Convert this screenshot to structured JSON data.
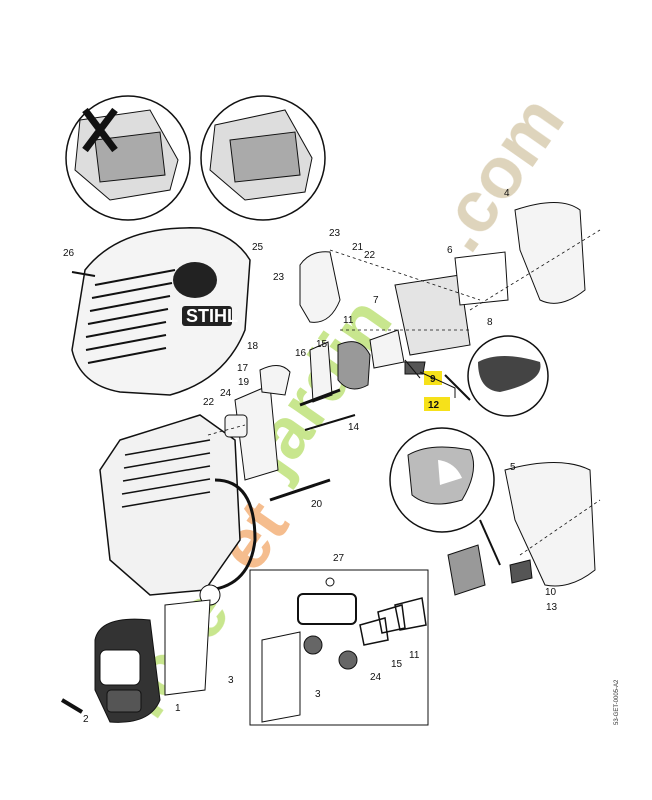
{
  "diagram": {
    "reference_code": "53-GET-0005-A2",
    "brand_logo": "STIHL",
    "watermark": {
      "text_green": "jardin",
      "text_orange": "et",
      "text_tan": ".com",
      "text_left": "fore"
    },
    "colors": {
      "highlight": "#f6e11a",
      "watermark_green": "#bfe27a",
      "watermark_tan": "#d9cdb0",
      "watermark_orange": "#f4b27a",
      "line": "#111111"
    },
    "part_numbers": {
      "p1": "1",
      "p2": "2",
      "p3a": "3",
      "p3b": "3",
      "p4": "4",
      "p5": "5",
      "p6": "6",
      "p7": "7",
      "p8": "8",
      "p9": "9",
      "p10": "10",
      "p11a": "11",
      "p11b": "11",
      "p12": "12",
      "p13": "13",
      "p14": "14",
      "p15a": "15",
      "p15b": "15",
      "p16": "16",
      "p17": "17",
      "p18": "18",
      "p19": "19",
      "p20": "20",
      "p21": "21",
      "p22a": "22",
      "p22b": "22",
      "p23a": "23",
      "p23b": "23",
      "p24a": "24",
      "p24b": "24",
      "p25": "25",
      "p26": "26",
      "p27": "27"
    },
    "highlighted_parts": [
      "9",
      "12"
    ]
  }
}
